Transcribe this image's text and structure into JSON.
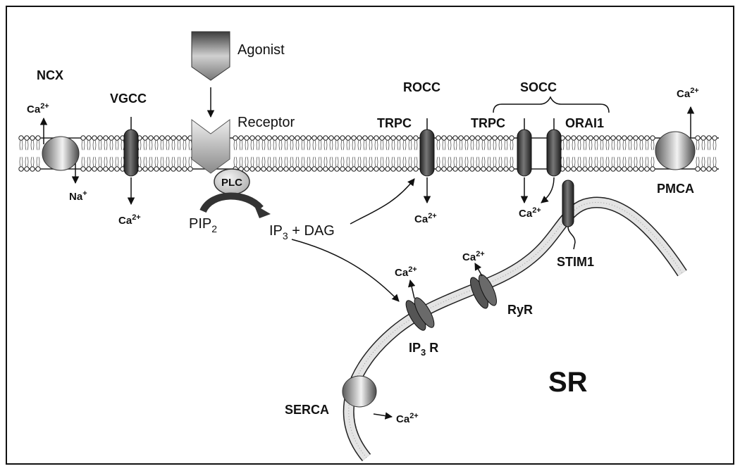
{
  "labels": {
    "agonist": "Agonist",
    "receptor": "Receptor",
    "plc": "PLC",
    "pip2": "PIP",
    "pip2_sub": "2",
    "ip3": "IP",
    "ip3_sub": "3",
    "ip3_rest": " + DAG",
    "ncx": "NCX",
    "vgcc": "VGCC",
    "rocc": "ROCC",
    "socc": "SOCC",
    "trpc_rocc": "TRPC",
    "trpc_socc": "TRPC",
    "orai1": "ORAI1",
    "pmca": "PMCA",
    "stim1": "STIM1",
    "ip3r": "IP",
    "ip3r_sub": "3",
    "ip3r_rest": " R",
    "ryr": "RyR",
    "serca": "SERCA",
    "sr": "SR",
    "ca": "Ca",
    "ca_sup": "2+",
    "na": "Na",
    "na_sup": "+"
  },
  "colors": {
    "border": "#111111",
    "membrane": "#222222",
    "channel": "#3a3a3a",
    "sr_fill": "#e9e9e9"
  }
}
